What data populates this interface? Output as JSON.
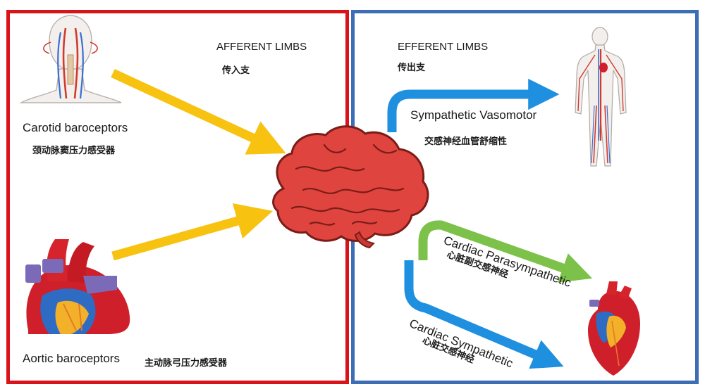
{
  "afferent": {
    "title": "AFFERENT LIMBS",
    "title_zh": "传入支",
    "carotid": {
      "label": "Carotid baroceptors",
      "label_zh": "颈动脉窦压力感受器"
    },
    "aortic": {
      "label": "Aortic baroceptors",
      "label_zh": "主动脉弓压力感受器"
    }
  },
  "efferent": {
    "title": "EFFERENT LIMBS",
    "title_zh": "传出支",
    "sympathetic_vasomotor": {
      "label": "Sympathetic Vasomotor",
      "label_zh": "交感神经血管舒缩性"
    },
    "cardiac_parasympathetic": {
      "label": "Cardiac Parasympathetic",
      "label_zh": "心脏副交感神经"
    },
    "cardiac_sympathetic": {
      "label": "Cardiac Sympathetic",
      "label_zh": "心脏交感神经"
    }
  },
  "colors": {
    "afferent_border": "#d8131a",
    "efferent_border": "#3d6db4",
    "afferent_arrow": "#f7c210",
    "vasomotor_arrow": "#1f8fe0",
    "parasympathetic_arrow": "#7cc24a",
    "sympathetic_arrow": "#1f8fe0",
    "brain": "#e0443e"
  }
}
